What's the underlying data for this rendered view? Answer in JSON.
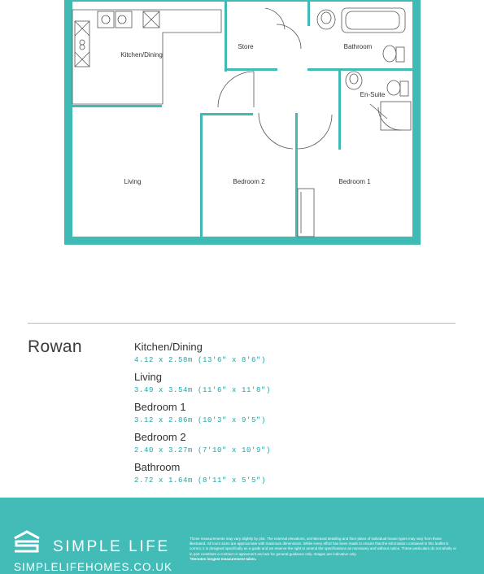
{
  "floorplan": {
    "rooms": {
      "kitchen": "Kitchen/Dining",
      "store": "Store",
      "bathroom": "Bathroom",
      "ensuite": "En-Suite",
      "living": "Living",
      "bedroom2": "Bedroom 2",
      "bedroom1": "Bedroom 1"
    },
    "wall_color": "#3fbab5"
  },
  "plan_name": "Rowan",
  "rooms": [
    {
      "name": "Kitchen/Dining",
      "dims": "4.12 x 2.58m (13'6\" x 8'6\")"
    },
    {
      "name": "Living",
      "dims": "3.49 x 3.54m (11'6\" x 11'8\")"
    },
    {
      "name": "Bedroom 1",
      "dims": "3.12 x 2.86m (10'3\" x 9'5\")"
    },
    {
      "name": "Bedroom 2",
      "dims": "2.40 x 3.27m (7'10\" x 10'9\")"
    },
    {
      "name": "Bathroom",
      "dims": "2.72 x 1.64m (8'11\" x 5'5\")"
    }
  ],
  "footer": {
    "brand_name": "SIMPLE LIFE",
    "brand_url": "SIMPLELIFEHOMES.CO.UK",
    "disclaimer": "These measurements may vary slightly by plot. The external elevations, architectural detailing and floor plans of individual house types may vary from those illustrated. All room sizes are approximate with maximum dimensions. While every effort has been made to ensure that the information contained in this leaflet is correct, it is designed specifically as a guide and we reserve the right to amend the specifications as necessary and without notice. These particulars do not wholly or in part constitute a contract or agreement and are for general guidance only. Images are indicative only.",
    "disclaimer_strong": "†Denotes longest measurement taken.",
    "bg_color": "#43bbb6"
  }
}
